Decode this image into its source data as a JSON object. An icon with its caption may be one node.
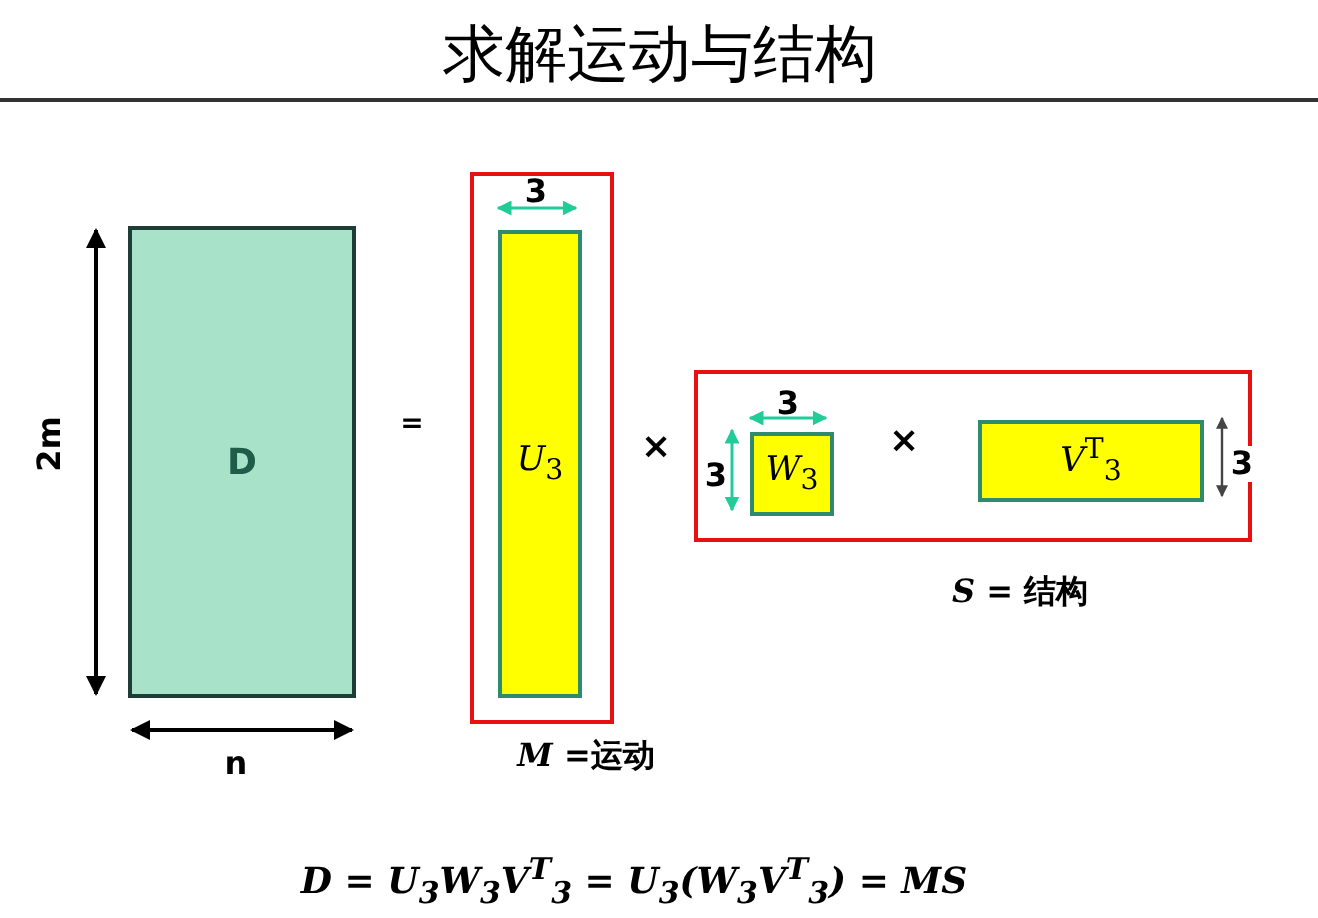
{
  "diagram": {
    "title": "求解运动与结构",
    "nodes": [
      {
        "text": [
          "D"
        ]
      },
      {
        "text": [],
        "shape": "box",
        "beside": [
          "*M* =运动"
        ]
      },
      {
        "text": [
          "*U*$_{3}$"
        ],
        "in": 1
      },
      {
        "text": [],
        "shape": "box",
        "beside": [
          "*S* = 结构"
        ]
      },
      {
        "text": [
          "*W*$_{3}$"
        ],
        "in": 3
      },
      {
        "text": [
          "*V*$^{T}$$_{3}$"
        ],
        "in": 3
      }
    ],
    "labels": [
      "2m",
      "n",
      "=",
      "3",
      "×",
      "3",
      "3",
      "×",
      "3",
      "*D* = *U*$_{3}$*W*$_{3}$*V*$^{T}$$_{3}$ = *U*$_{3}$(*W*$_{3}$*V*$^{T}$$_{3}$) = *MS*"
    ]
  }
}
